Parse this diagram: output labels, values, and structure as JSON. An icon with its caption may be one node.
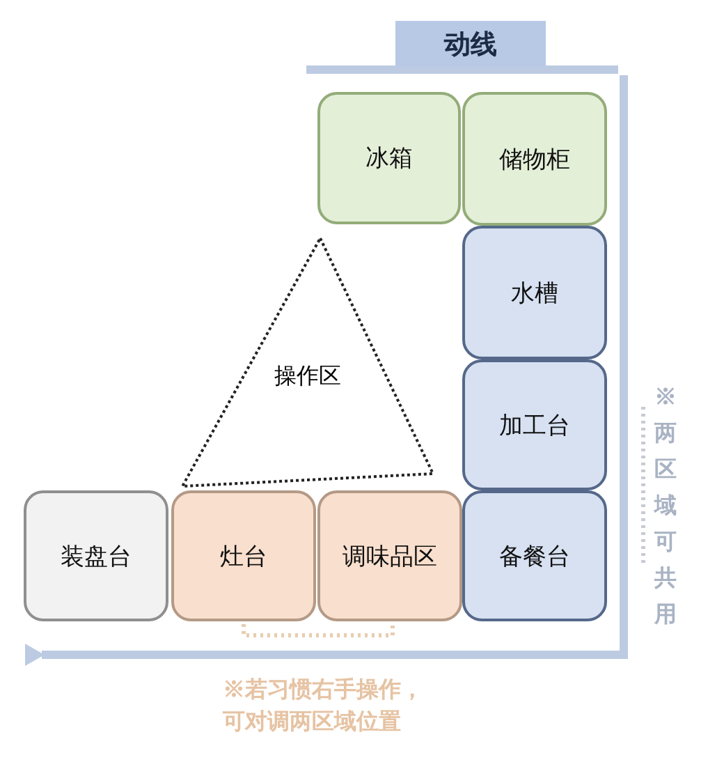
{
  "diagram": {
    "title": "动线",
    "nodes": [
      {
        "text": [
          "冰箱"
        ]
      },
      {
        "text": [
          "储物柜"
        ]
      },
      {
        "text": [
          "水槽"
        ]
      },
      {
        "text": [
          "加工台"
        ]
      },
      {
        "text": [
          "操作区"
        ]
      },
      {
        "text": [
          "装盘台"
        ]
      },
      {
        "text": [
          "灶台"
        ]
      },
      {
        "text": [
          "调味品区"
        ]
      },
      {
        "text": [
          "备餐台"
        ]
      }
    ],
    "labels": [
      "※两区域可共用",
      "※若习惯右手操作，可对调两区域位置"
    ]
  }
}
